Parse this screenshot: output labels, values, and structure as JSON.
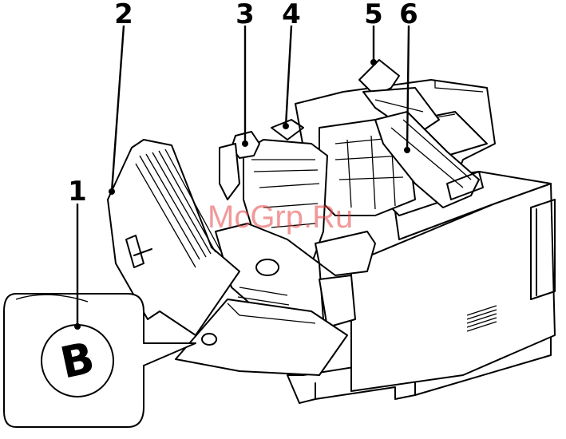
{
  "callouts": [
    {
      "id": "1",
      "label": "1"
    },
    {
      "id": "2",
      "label": "2"
    },
    {
      "id": "3",
      "label": "3"
    },
    {
      "id": "4",
      "label": "4"
    },
    {
      "id": "5",
      "label": "5"
    },
    {
      "id": "6",
      "label": "6"
    }
  ],
  "inset": {
    "letter": "B"
  },
  "watermark": "McGrp.Ru"
}
